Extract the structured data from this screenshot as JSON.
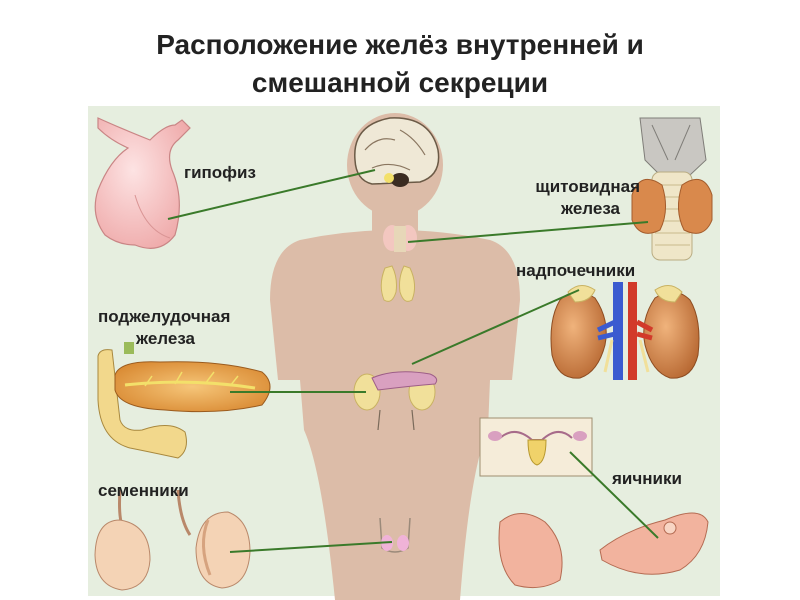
{
  "slide": {
    "title_line1": "Расположение желёз внутренней и",
    "title_line2": "смешанной секреции"
  },
  "diagram": {
    "labels": {
      "pituitary": "гипофиз",
      "thyroid_line1": "щитовидная",
      "thyroid_line2": "железа",
      "adrenal": "надпочечники",
      "pancreas_line1": "поджелудочная",
      "pancreas_line2": "железа",
      "testes": "семенники",
      "ovaries": "яичники"
    },
    "colors": {
      "panel_background": "#e6eedf",
      "body_silhouette": "#dcbca8",
      "pointer_line": "#3a7a2a",
      "gland_pink": "#f3b9b9",
      "gland_yellow": "#f1e09a",
      "kidney": "#d9894c",
      "vein": "#3b5bd0",
      "artery": "#d23a2a",
      "pancreas": "#e8a24b"
    },
    "icons": [
      "pituitary-gland",
      "brain",
      "thyroid-gland",
      "adrenal-glands-kidneys",
      "pancreas",
      "testes",
      "ovaries",
      "uterus"
    ]
  }
}
